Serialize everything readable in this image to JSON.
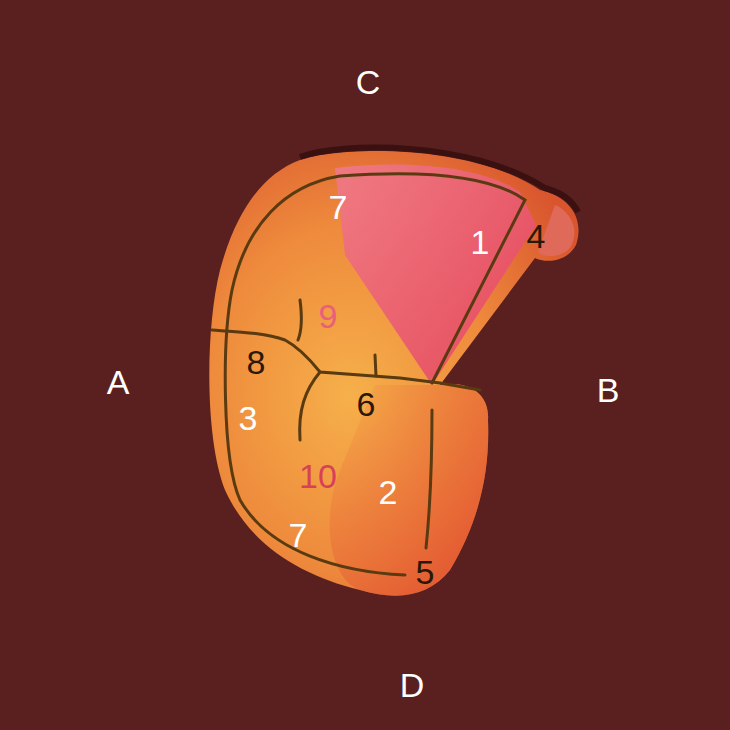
{
  "diagram": {
    "labels": [
      "C",
      "A",
      "B",
      "D",
      "7",
      "1",
      "4",
      "9",
      "8",
      "3",
      "6",
      "10",
      "2",
      "7",
      "5"
    ]
  }
}
